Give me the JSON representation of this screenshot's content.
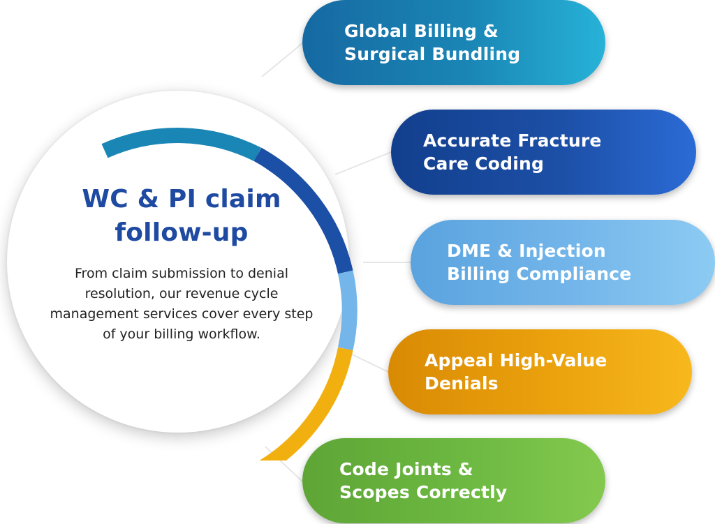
{
  "center": {
    "title_line1": "WC & PI claim",
    "title_line2": "follow-up",
    "description": "From claim submission to denial resolution, our revenue cycle management services cover every step of your billing workflow."
  },
  "items": [
    {
      "line1": "Global Billing &",
      "line2": "Surgical Bundling",
      "color": "#1a86b5"
    },
    {
      "line1": "Accurate Fracture",
      "line2": "Care Coding",
      "color": "#1c4fa6"
    },
    {
      "line1": "DME & Injection",
      "line2": "Billing Compliance",
      "color": "#74b6ea"
    },
    {
      "line1": "Appeal High-Value",
      "line2": "Denials",
      "color": "#eba20d"
    },
    {
      "line1": "Code Joints &",
      "line2": "Scopes Correctly",
      "color": "#6db942"
    }
  ],
  "colors": {
    "title": "#1e4aa1",
    "text": "#222222",
    "ring_segments": [
      "#1a86b5",
      "#1c4fa6",
      "#74b6ea",
      "#f2b010",
      "#7ccb3c"
    ]
  }
}
